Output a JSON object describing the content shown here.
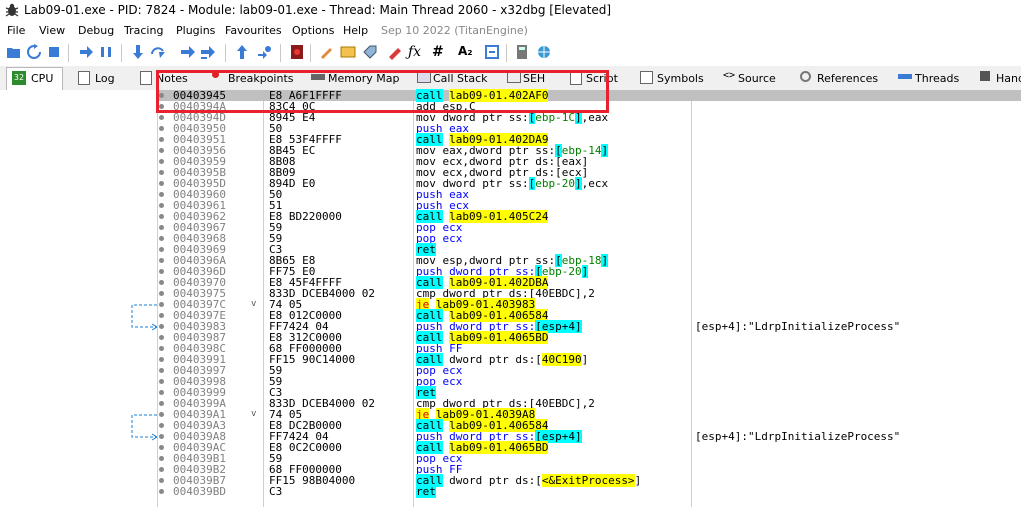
{
  "window": {
    "title": "Lab09-01.exe - PID: 7824 - Module: lab09-01.exe - Thread: Main Thread 2060 - x32dbg [Elevated]"
  },
  "menu": {
    "items": [
      "File",
      "View",
      "Debug",
      "Tracing",
      "Plugins",
      "Favourites",
      "Options",
      "Help"
    ],
    "date": "Sep 10 2022 (TitanEngine)"
  },
  "toolbar": {
    "icons": [
      "open-icon",
      "restart-icon",
      "stop-icon",
      "run-icon",
      "pause-icon",
      "step-into-icon",
      "step-over-icon",
      "trace-into-icon",
      "trace-over-icon",
      "execute-till-return-icon",
      "run-to-user-code-icon",
      "script-icon",
      "patch-icon",
      "comment-icon",
      "label-icon",
      "bookmark-icon",
      "function-icon",
      "hash-icon",
      "strings-icon",
      "calls-icon",
      "calculator-icon",
      "globe-icon"
    ]
  },
  "tabs": [
    {
      "key": "cpu",
      "label": "CPU",
      "icon": "cpu-icon"
    },
    {
      "key": "log",
      "label": "Log",
      "icon": "log-icon"
    },
    {
      "key": "notes",
      "label": "Notes",
      "icon": "notes-icon"
    },
    {
      "key": "breakpoints",
      "label": "Breakpoints",
      "icon": "breakpoint-icon"
    },
    {
      "key": "memmap",
      "label": "Memory Map",
      "icon": "memory-map-icon"
    },
    {
      "key": "callstack",
      "label": "Call Stack",
      "icon": "call-stack-icon"
    },
    {
      "key": "seh",
      "label": "SEH",
      "icon": "seh-icon"
    },
    {
      "key": "script",
      "label": "Script",
      "icon": "script-tab-icon"
    },
    {
      "key": "symbols",
      "label": "Symbols",
      "icon": "symbols-icon"
    },
    {
      "key": "source",
      "label": "Source",
      "icon": "source-icon"
    },
    {
      "key": "references",
      "label": "References",
      "icon": "references-icon"
    },
    {
      "key": "threads",
      "label": "Threads",
      "icon": "threads-icon"
    },
    {
      "key": "handles",
      "label": "Hand",
      "icon": "handles-icon"
    }
  ],
  "disassembly": [
    {
      "addr": "00403945",
      "bytes": "E8 A6F1FFFF",
      "ins": [
        [
          "m-call",
          "call"
        ],
        [
          "sp",
          " "
        ],
        [
          "tgt",
          "lab09-01.402AF0"
        ]
      ]
    },
    {
      "addr": "0040394A",
      "bytes": "83C4 0C",
      "ins": [
        [
          "m-add",
          "add esp,C"
        ]
      ]
    },
    {
      "addr": "0040394D",
      "bytes": "8945 E4",
      "ins": [
        [
          "m-mov",
          "mov dword ptr ss:"
        ],
        [
          "hl",
          "["
        ],
        [
          "reg",
          "ebp-1C"
        ],
        [
          "hl",
          "]"
        ],
        [
          "m-mov",
          ",eax"
        ]
      ]
    },
    {
      "addr": "00403950",
      "bytes": "50",
      "ins": [
        [
          "m-push",
          "push eax"
        ]
      ]
    },
    {
      "addr": "00403951",
      "bytes": "E8 53F4FFFF",
      "ins": [
        [
          "m-call",
          "call"
        ],
        [
          "sp",
          " "
        ],
        [
          "tgt",
          "lab09-01.402DA9"
        ]
      ]
    },
    {
      "addr": "00403956",
      "bytes": "8B45 EC",
      "ins": [
        [
          "m-mov",
          "mov eax,dword ptr ss:"
        ],
        [
          "hl",
          "["
        ],
        [
          "reg",
          "ebp-14"
        ],
        [
          "hl",
          "]"
        ]
      ]
    },
    {
      "addr": "00403959",
      "bytes": "8B08",
      "ins": [
        [
          "m-mov",
          "mov ecx,dword ptr ds:"
        ],
        [
          "mem",
          "[eax]"
        ]
      ]
    },
    {
      "addr": "0040395B",
      "bytes": "8B09",
      "ins": [
        [
          "m-mov",
          "mov ecx,dword ptr ds:"
        ],
        [
          "mem",
          "[ecx]"
        ]
      ]
    },
    {
      "addr": "0040395D",
      "bytes": "894D E0",
      "ins": [
        [
          "m-mov",
          "mov dword ptr ss:"
        ],
        [
          "hl",
          "["
        ],
        [
          "reg",
          "ebp-20"
        ],
        [
          "hl",
          "]"
        ],
        [
          "m-mov",
          ",ecx"
        ]
      ]
    },
    {
      "addr": "00403960",
      "bytes": "50",
      "ins": [
        [
          "m-push",
          "push eax"
        ]
      ]
    },
    {
      "addr": "00403961",
      "bytes": "51",
      "ins": [
        [
          "m-push",
          "push ecx"
        ]
      ]
    },
    {
      "addr": "00403962",
      "bytes": "E8 BD220000",
      "ins": [
        [
          "m-call",
          "call"
        ],
        [
          "sp",
          " "
        ],
        [
          "tgt",
          "lab09-01.405C24"
        ]
      ]
    },
    {
      "addr": "00403967",
      "bytes": "59",
      "ins": [
        [
          "m-pop",
          "pop ecx"
        ]
      ]
    },
    {
      "addr": "00403968",
      "bytes": "59",
      "ins": [
        [
          "m-pop",
          "pop ecx"
        ]
      ]
    },
    {
      "addr": "00403969",
      "bytes": "C3",
      "ins": [
        [
          "m-ret",
          "ret"
        ]
      ]
    },
    {
      "addr": "0040396A",
      "bytes": "8B65 E8",
      "ins": [
        [
          "m-mov",
          "mov esp,dword ptr ss:"
        ],
        [
          "hl",
          "["
        ],
        [
          "reg",
          "ebp-18"
        ],
        [
          "hl",
          "]"
        ]
      ]
    },
    {
      "addr": "0040396D",
      "bytes": "FF75 E0",
      "ins": [
        [
          "m-push",
          "push dword ptr ss:"
        ],
        [
          "hl",
          "["
        ],
        [
          "reg",
          "ebp-20"
        ],
        [
          "hl",
          "]"
        ]
      ]
    },
    {
      "addr": "00403970",
      "bytes": "E8 45F4FFFF",
      "ins": [
        [
          "m-call",
          "call"
        ],
        [
          "sp",
          " "
        ],
        [
          "tgt",
          "lab09-01.402DBA"
        ]
      ]
    },
    {
      "addr": "00403975",
      "bytes": "833D DCEB4000 02",
      "ins": [
        [
          "m-cmp",
          "cmp dword ptr ds:"
        ],
        [
          "mem",
          "[40EBDC]"
        ],
        [
          "m-cmp",
          ",2"
        ]
      ]
    },
    {
      "addr": "0040397C",
      "bytes": "74 05",
      "arrow": "v",
      "ins": [
        [
          "m-je",
          "je"
        ],
        [
          "sp",
          " "
        ],
        [
          "tgt",
          "lab09-01.403983"
        ]
      ]
    },
    {
      "addr": "0040397E",
      "bytes": "E8 012C0000",
      "ins": [
        [
          "m-call",
          "call"
        ],
        [
          "sp",
          " "
        ],
        [
          "tgt",
          "lab09-01.406584"
        ]
      ]
    },
    {
      "addr": "00403983",
      "bytes": "FF7424 04",
      "ins": [
        [
          "m-push",
          "push dword ptr ss:"
        ],
        [
          "hl",
          "[esp+4]"
        ]
      ],
      "cmt": "[esp+4]:\"LdrpInitializeProcess\""
    },
    {
      "addr": "00403987",
      "bytes": "E8 312C0000",
      "ins": [
        [
          "m-call",
          "call"
        ],
        [
          "sp",
          " "
        ],
        [
          "tgt",
          "lab09-01.4065BD"
        ]
      ]
    },
    {
      "addr": "0040398C",
      "bytes": "68 FF000000",
      "ins": [
        [
          "m-push",
          "push FF"
        ]
      ]
    },
    {
      "addr": "00403991",
      "bytes": "FF15 90C14000",
      "ins": [
        [
          "m-call",
          "call"
        ],
        [
          "m-mov",
          " dword ptr ds:"
        ],
        [
          "mem",
          "["
        ],
        [
          "tgt",
          "40C190"
        ],
        [
          "mem",
          "]"
        ]
      ]
    },
    {
      "addr": "00403997",
      "bytes": "59",
      "ins": [
        [
          "m-pop",
          "pop ecx"
        ]
      ]
    },
    {
      "addr": "00403998",
      "bytes": "59",
      "ins": [
        [
          "m-pop",
          "pop ecx"
        ]
      ]
    },
    {
      "addr": "00403999",
      "bytes": "C3",
      "ins": [
        [
          "m-ret",
          "ret"
        ]
      ]
    },
    {
      "addr": "0040399A",
      "bytes": "833D DCEB4000 02",
      "ins": [
        [
          "m-cmp",
          "cmp dword ptr ds:"
        ],
        [
          "mem",
          "[40EBDC]"
        ],
        [
          "m-cmp",
          ",2"
        ]
      ]
    },
    {
      "addr": "004039A1",
      "bytes": "74 05",
      "arrow": "v",
      "ins": [
        [
          "m-je",
          "je"
        ],
        [
          "sp",
          " "
        ],
        [
          "tgt",
          "lab09-01.4039A8"
        ]
      ]
    },
    {
      "addr": "004039A3",
      "bytes": "E8 DC2B0000",
      "ins": [
        [
          "m-call",
          "call"
        ],
        [
          "sp",
          " "
        ],
        [
          "tgt",
          "lab09-01.406584"
        ]
      ]
    },
    {
      "addr": "004039A8",
      "bytes": "FF7424 04",
      "ins": [
        [
          "m-push",
          "push dword ptr ss:"
        ],
        [
          "hl",
          "[esp+4]"
        ]
      ],
      "cmt": "[esp+4]:\"LdrpInitializeProcess\""
    },
    {
      "addr": "004039AC",
      "bytes": "E8 0C2C0000",
      "ins": [
        [
          "m-call",
          "call"
        ],
        [
          "sp",
          " "
        ],
        [
          "tgt",
          "lab09-01.4065BD"
        ]
      ]
    },
    {
      "addr": "004039B1",
      "bytes": "59",
      "ins": [
        [
          "m-pop",
          "pop ecx"
        ]
      ]
    },
    {
      "addr": "004039B2",
      "bytes": "68 FF000000",
      "ins": [
        [
          "m-push",
          "push FF"
        ]
      ]
    },
    {
      "addr": "004039B7",
      "bytes": "FF15 98B04000",
      "ins": [
        [
          "m-call",
          "call"
        ],
        [
          "m-mov",
          " dword ptr ds:"
        ],
        [
          "mem",
          "["
        ],
        [
          "tgt",
          "<&ExitProcess>"
        ],
        [
          "mem",
          "]"
        ]
      ]
    },
    {
      "addr": "004039BD",
      "bytes": "C3",
      "ins": [
        [
          "m-ret",
          "ret"
        ]
      ]
    }
  ],
  "colors": {
    "selected_row": "#c0c0c0",
    "call_bg": "#00ffff",
    "jump_bg": "#ffff00",
    "annotation_box": "#e8212a"
  }
}
